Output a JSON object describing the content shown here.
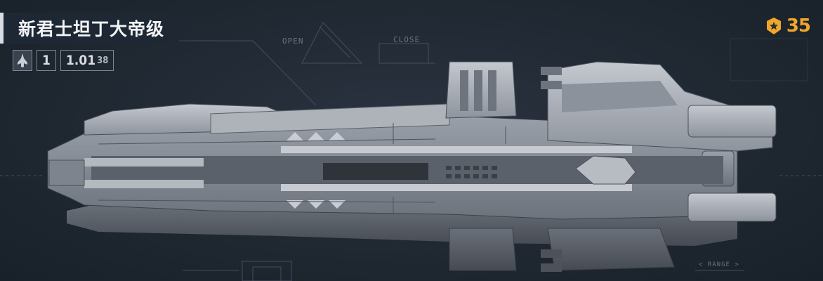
{
  "ship": {
    "name": "新君士坦丁大帝级"
  },
  "stats": {
    "tier": "1",
    "value_main": "1.01",
    "value_suffix": "38"
  },
  "badge": {
    "value": "35",
    "color": "#f0a62a"
  },
  "blueprint": {
    "open_label": "OPEN",
    "close_label": "CLOSE",
    "range_label": "< RANGE >"
  },
  "colors": {
    "background": "#1f2731",
    "hull": "#a9aeb6",
    "hull_dark": "#5b616b",
    "accent": "#f0a62a"
  }
}
